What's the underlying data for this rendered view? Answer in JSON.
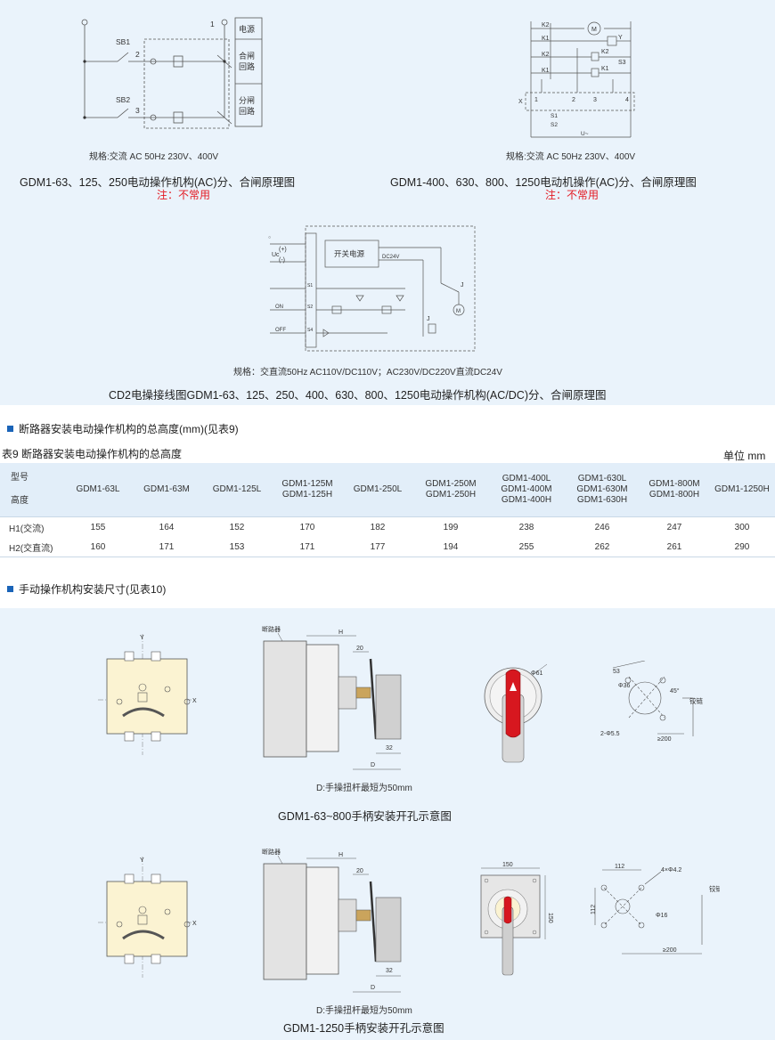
{
  "top_section": {
    "diagram1": {
      "box_labels": [
        "电源",
        "合闸\n回路",
        "分闸\n回路"
      ],
      "switch_labels": [
        "SB1",
        "SB2"
      ],
      "terminal_labels": [
        "1",
        "2",
        "3"
      ],
      "spec": "规格:交流 AC 50Hz 230V、400V",
      "caption": "GDM1-63、125、250电动操作机构(AC)分、合闸原理图",
      "note": "注：不常用"
    },
    "diagram2": {
      "labels": [
        "K2",
        "K1",
        "K2",
        "K1",
        "K2",
        "K1",
        "S3",
        "Y",
        "M",
        "X",
        "1",
        "2",
        "3",
        "4",
        "S1",
        "S2",
        "U~"
      ],
      "spec": "规格:交流 AC 50Hz 230V、400V",
      "caption": "GDM1-400、630、800、1250电动机操作(AC)分、合闸原理图",
      "note": "注：不常用"
    },
    "diagram3": {
      "labels": [
        "Uc",
        "(+)",
        "(-)",
        "开关电源",
        "DC24V",
        "ON",
        "OFF",
        "J",
        "J",
        "M",
        "S1",
        "S2",
        "S4"
      ],
      "spec": "规格：交直流50Hz  AC110V/DC110V；AC230V/DC220V直流DC24V",
      "caption": "CD2电操接线图GDM1-63、125、250、400、630、800、1250电动操作机构(AC/DC)分、合闸原理图"
    }
  },
  "table_section": {
    "heading": "断路器安装电动操作机构的总高度(mm)(见表9)",
    "table_title": "表9 断路器安装电动操作机构的总高度",
    "unit": "单位 mm",
    "header_label_1": "型号",
    "header_label_2": "高度",
    "columns": [
      "GDM1-63L",
      "GDM1-63M",
      "GDM1-125L",
      "GDM1-125M\nGDM1-125H",
      "GDM1-250L",
      "GDM1-250M\nGDM1-250H",
      "GDM1-400L\nGDM1-400M\nGDM1-400H",
      "GDM1-630L\nGDM1-630M\nGDM1-630H",
      "GDM1-800M\nGDM1-800H",
      "GDM1-1250H"
    ],
    "rows": [
      {
        "label": "H1(交流)",
        "values": [
          "155",
          "164",
          "152",
          "170",
          "182",
          "199",
          "238",
          "246",
          "247",
          "300"
        ]
      },
      {
        "label": "H2(交直流)",
        "values": [
          "160",
          "171",
          "153",
          "171",
          "177",
          "194",
          "255",
          "262",
          "261",
          "290"
        ]
      }
    ]
  },
  "manual_section": {
    "heading": "手动操作机构安装尺寸(见表10)",
    "figure1": {
      "axis_labels": [
        "Y",
        "X"
      ],
      "breaker_label": "断路器",
      "dims": [
        "H",
        "20",
        "32",
        "D"
      ],
      "handle_dim": "Φ61",
      "cutout_dims": [
        "53",
        "Φ36",
        "45°",
        "2-Φ5.5",
        "≥200"
      ],
      "hinge_label": "铰链",
      "d_note": "D:手操扭杆最短为50mm",
      "caption": "GDM1-63~800手柄安装开孔示意图"
    },
    "figure2": {
      "axis_labels": [
        "Y",
        "X"
      ],
      "breaker_label": "断路器",
      "dims": [
        "H",
        "20",
        "32",
        "D"
      ],
      "handle_dims": [
        "150",
        "150"
      ],
      "cutout_dims": [
        "112",
        "4×Φ4.2",
        "112",
        "Φ16",
        "≥200"
      ],
      "hinge_label": "铰链",
      "d_note": "D:手操扭杆最短为50mm",
      "caption": "GDM1-1250手柄安装开孔示意图"
    }
  },
  "colors": {
    "band": "#eaf3fb",
    "note_red": "#e31b23",
    "accent_blue": "#1a64b8",
    "panel_yellow": "#fbf3d2",
    "handle_red": "#d7171f"
  }
}
